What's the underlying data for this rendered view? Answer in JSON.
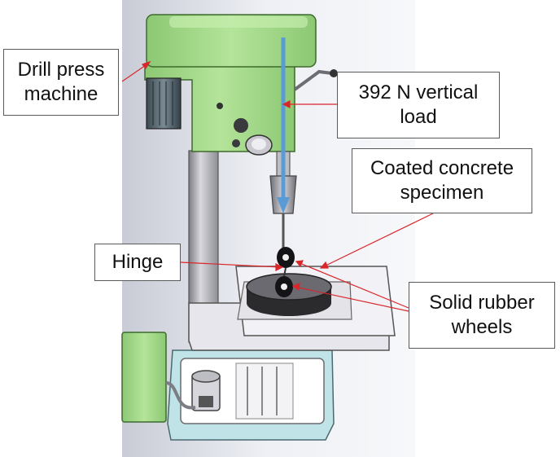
{
  "figure": {
    "labels": {
      "drill_press": [
        "Drill press",
        "machine"
      ],
      "load": [
        "392 N vertical",
        "load"
      ],
      "specimen": [
        "Coated concrete",
        "specimen"
      ],
      "hinge": [
        "Hinge"
      ],
      "wheels": [
        "Solid rubber",
        "wheels"
      ]
    },
    "colors": {
      "machine_green": "#a8dc8c",
      "machine_green_dark": "#6fae58",
      "load_arrow": "#5b9bd5",
      "leader_line": "#d9262b",
      "metal_light": "#e6e6ec",
      "metal_dark": "#8a8a90"
    }
  }
}
